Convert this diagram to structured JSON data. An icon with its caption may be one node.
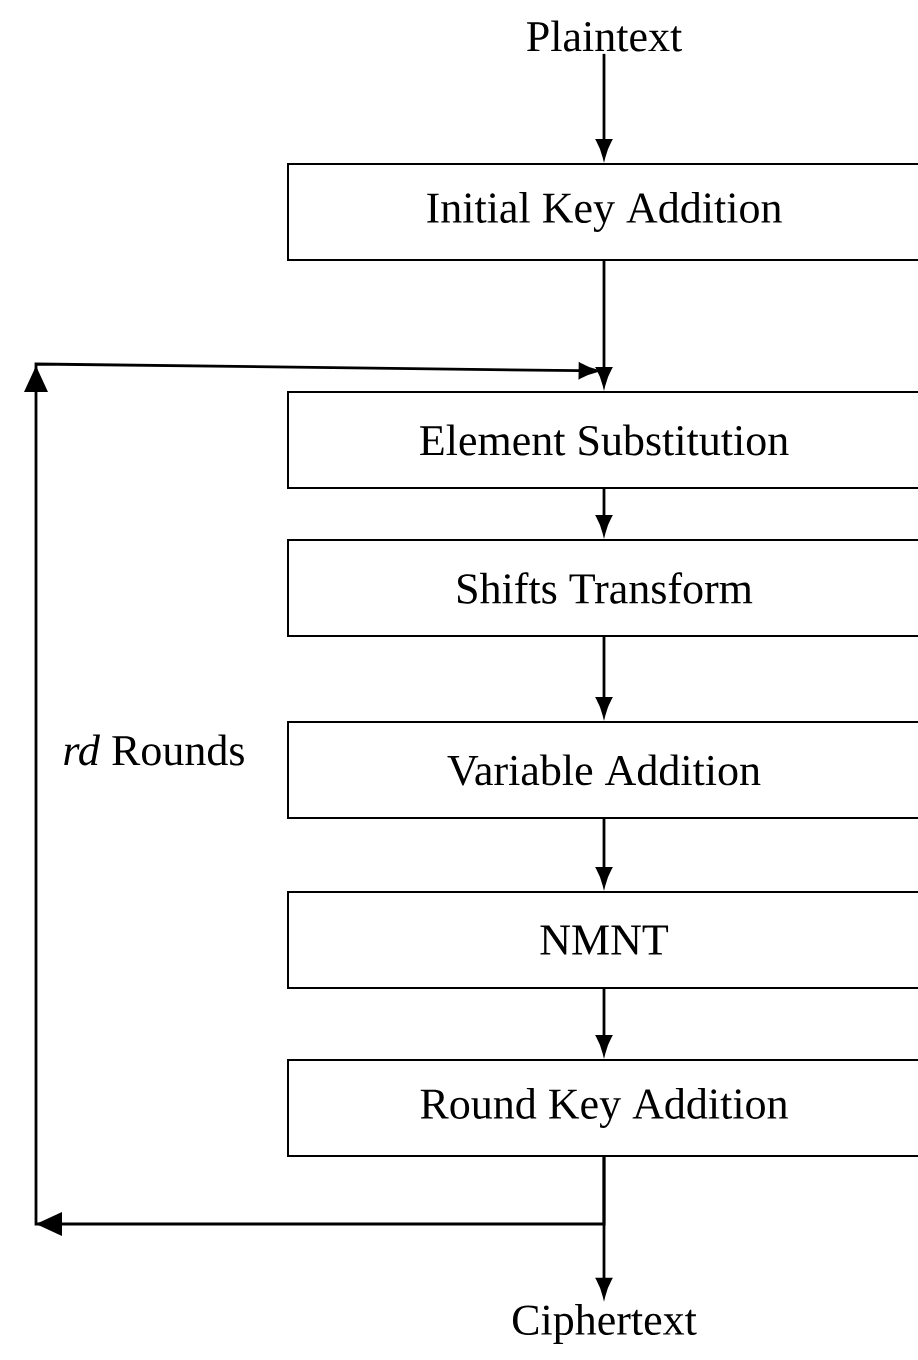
{
  "diagram": {
    "nodes": [
      {
        "text": [
          "Plaintext"
        ]
      },
      {
        "text": [
          "Initial Key Addition"
        ]
      },
      {
        "text": [
          "Element Substitution"
        ]
      },
      {
        "text": [
          "Shifts Transform"
        ]
      },
      {
        "text": [
          "Variable Addition"
        ]
      },
      {
        "text": [
          "NMNT"
        ]
      },
      {
        "text": [
          "Round Key Addition"
        ]
      },
      {
        "text": [
          "Ciphertext"
        ]
      }
    ],
    "edges": [
      {
        "from": 0,
        "to": 1,
        "arrow": "to"
      },
      {
        "from": 1,
        "to": 2,
        "arrow": "to"
      },
      {
        "from": 2,
        "to": 3,
        "arrow": "to"
      },
      {
        "from": 3,
        "to": 4,
        "arrow": "to"
      },
      {
        "from": 4,
        "to": 5,
        "arrow": "to"
      },
      {
        "from": 5,
        "to": 6,
        "arrow": "to"
      },
      {
        "from": 6,
        "to": 7,
        "arrow": "to"
      },
      {
        "from": 6,
        "to": 2,
        "arrow": "to",
        "label": "*rd* Rounds"
      }
    ]
  }
}
